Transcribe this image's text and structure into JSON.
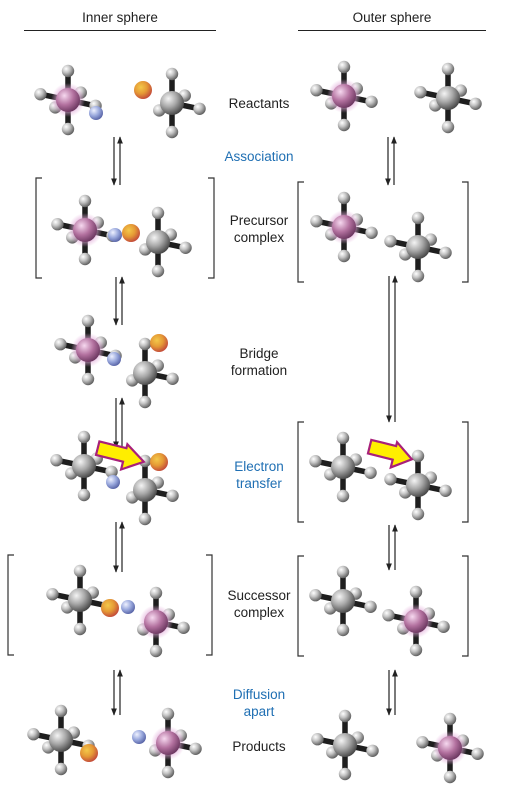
{
  "headers": {
    "inner": "Inner sphere",
    "outer": "Outer sphere"
  },
  "steps": {
    "reactants": {
      "lines": [
        "Reactants"
      ],
      "highlight": false
    },
    "association": {
      "lines": [
        "Association"
      ],
      "highlight": true
    },
    "precursor": {
      "lines": [
        "Precursor",
        "complex"
      ],
      "highlight": false
    },
    "bridge": {
      "lines": [
        "Bridge",
        "formation"
      ],
      "highlight": false
    },
    "electron": {
      "lines": [
        "Electron",
        "transfer"
      ],
      "highlight": true
    },
    "successor": {
      "lines": [
        "Successor",
        "complex"
      ],
      "highlight": false
    },
    "diffusion": {
      "lines": [
        "Diffusion",
        "apart"
      ],
      "highlight": true
    },
    "products": {
      "lines": [
        "Products"
      ],
      "highlight": false
    }
  },
  "colors": {
    "label_text": "#222222",
    "highlight_text": "#1f6fb3",
    "ligand_ball": "#b8b8b8",
    "metal_ball": "#9a9a9a",
    "metal_halo": "#d79ad0",
    "bridge_ligand_blue": "#9fb0e0",
    "bridge_ligand_orange": "#e8a33a",
    "electron_arrow_fill": "#ffee00",
    "electron_arrow_outline": "#a8207a"
  }
}
